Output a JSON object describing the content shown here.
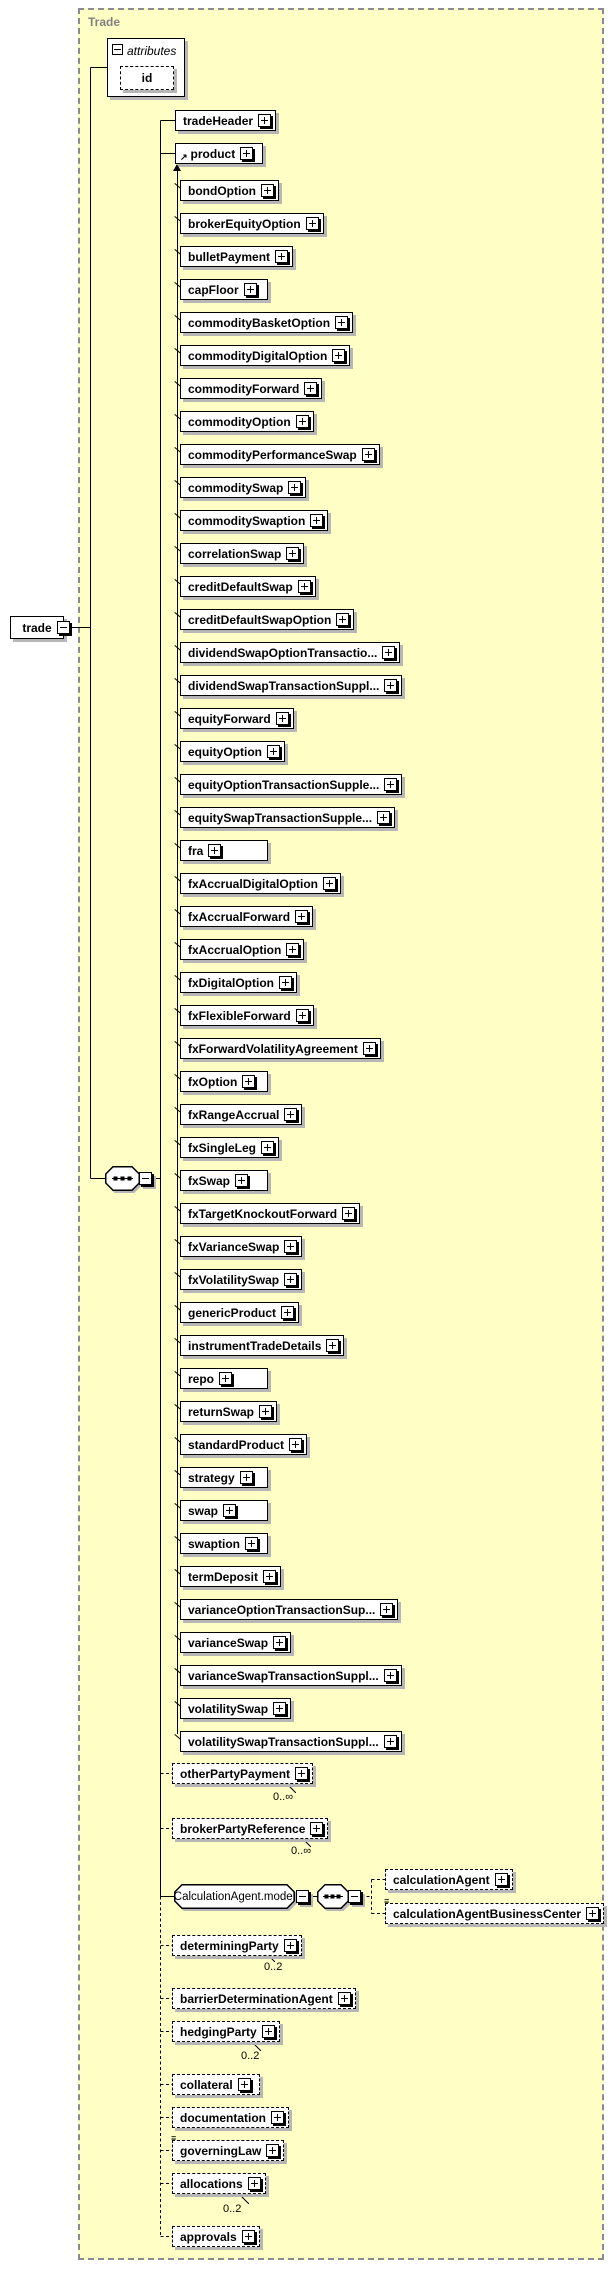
{
  "diagram_title": "Trade",
  "root_element": {
    "label": "trade"
  },
  "attributes_group": {
    "label": "attributes",
    "items": [
      {
        "label": "id"
      }
    ]
  },
  "compositor": "sequence",
  "top_children": [
    {
      "label": "tradeHeader"
    },
    {
      "label": "product"
    }
  ],
  "product_substitutions": [
    {
      "label": "bondOption"
    },
    {
      "label": "brokerEquityOption"
    },
    {
      "label": "bulletPayment"
    },
    {
      "label": "capFloor"
    },
    {
      "label": "commodityBasketOption"
    },
    {
      "label": "commodityDigitalOption"
    },
    {
      "label": "commodityForward"
    },
    {
      "label": "commodityOption"
    },
    {
      "label": "commodityPerformanceSwap"
    },
    {
      "label": "commoditySwap"
    },
    {
      "label": "commoditySwaption"
    },
    {
      "label": "correlationSwap"
    },
    {
      "label": "creditDefaultSwap"
    },
    {
      "label": "creditDefaultSwapOption"
    },
    {
      "label": "dividendSwapOptionTransactio..."
    },
    {
      "label": "dividendSwapTransactionSuppl..."
    },
    {
      "label": "equityForward"
    },
    {
      "label": "equityOption"
    },
    {
      "label": "equityOptionTransactionSupple..."
    },
    {
      "label": "equitySwapTransactionSupple..."
    },
    {
      "label": "fra"
    },
    {
      "label": "fxAccrualDigitalOption"
    },
    {
      "label": "fxAccrualForward"
    },
    {
      "label": "fxAccrualOption"
    },
    {
      "label": "fxDigitalOption"
    },
    {
      "label": "fxFlexibleForward"
    },
    {
      "label": "fxForwardVolatilityAgreement"
    },
    {
      "label": "fxOption"
    },
    {
      "label": "fxRangeAccrual"
    },
    {
      "label": "fxSingleLeg"
    },
    {
      "label": "fxSwap"
    },
    {
      "label": "fxTargetKnockoutForward"
    },
    {
      "label": "fxVarianceSwap"
    },
    {
      "label": "fxVolatilitySwap"
    },
    {
      "label": "genericProduct"
    },
    {
      "label": "instrumentTradeDetails"
    },
    {
      "label": "repo"
    },
    {
      "label": "returnSwap"
    },
    {
      "label": "standardProduct"
    },
    {
      "label": "strategy"
    },
    {
      "label": "swap"
    },
    {
      "label": "swaption"
    },
    {
      "label": "termDeposit"
    },
    {
      "label": "varianceOptionTransactionSup..."
    },
    {
      "label": "varianceSwap"
    },
    {
      "label": "varianceSwapTransactionSuppl..."
    },
    {
      "label": "volatilitySwap"
    },
    {
      "label": "volatilitySwapTransactionSuppl..."
    }
  ],
  "siblings": [
    {
      "label": "otherPartyPayment",
      "occurs": "0..∞"
    },
    {
      "label": "brokerPartyReference",
      "occurs": "0..∞"
    },
    {
      "label": "CalculationAgent.model"
    },
    {
      "label": "determiningParty",
      "occurs": "0..2"
    },
    {
      "label": "barrierDeterminationAgent"
    },
    {
      "label": "hedgingParty",
      "occurs": "0..2"
    },
    {
      "label": "collateral"
    },
    {
      "label": "documentation"
    },
    {
      "label": "governingLaw"
    },
    {
      "label": "allocations",
      "occurs": "0..2"
    },
    {
      "label": "approvals"
    }
  ],
  "calculation_agent_model_children": [
    {
      "label": "calculationAgent"
    },
    {
      "label": "calculationAgentBusinessCenter"
    }
  ],
  "icons": {
    "expand": "+",
    "collapse": "−",
    "sequence": "•••",
    "reference": "↗",
    "annotation": "≡"
  },
  "colors": {
    "panel_bg": "#ffffc5",
    "panel_border": "#8a8a94",
    "box_border": "#000000",
    "box_shadow": "#b6b6b6",
    "title_text": "#808080"
  }
}
